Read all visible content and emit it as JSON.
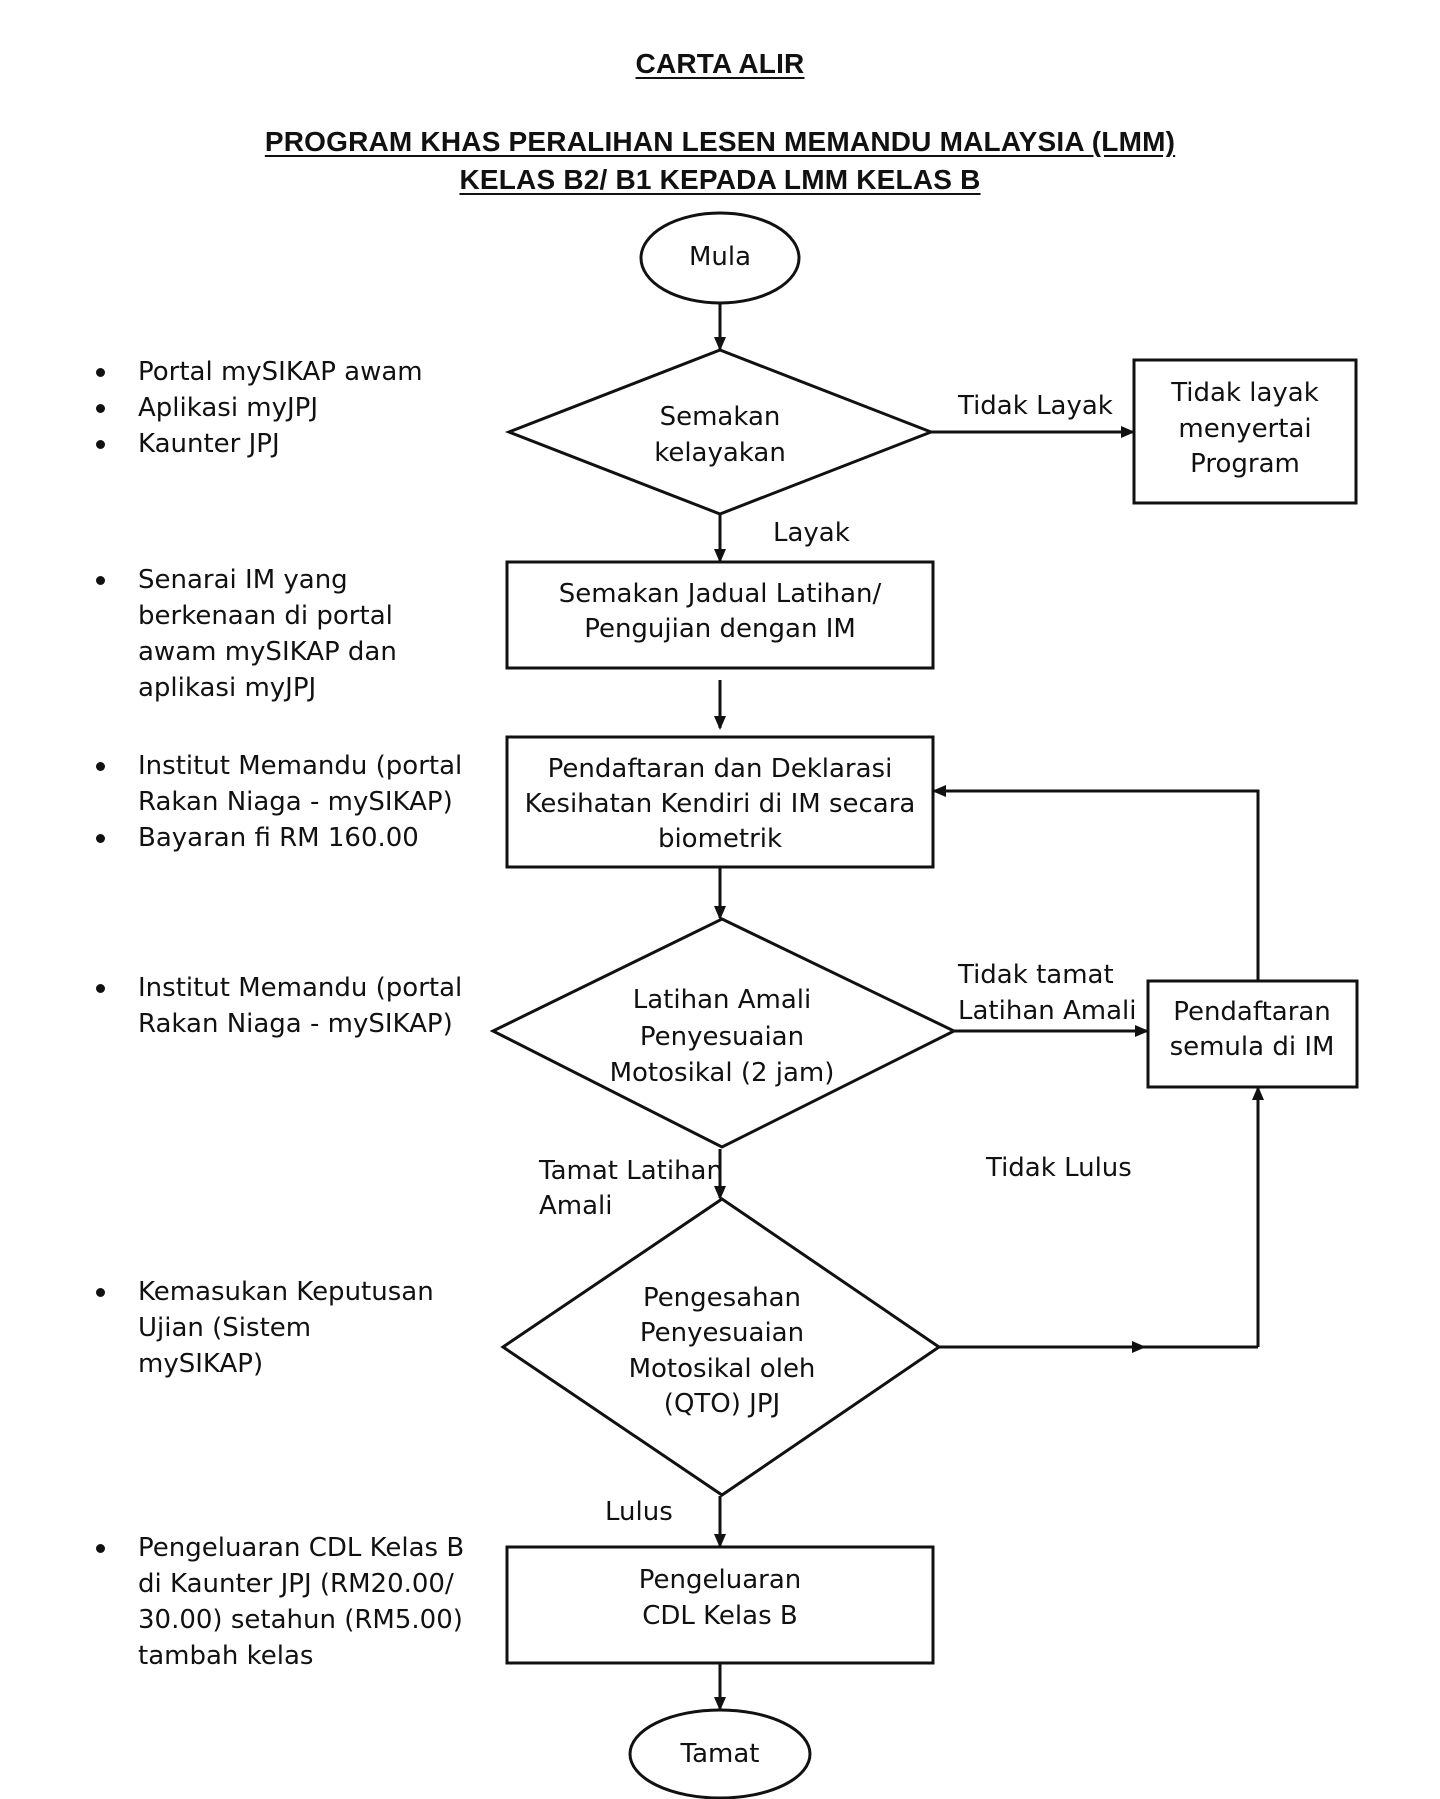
{
  "header": {
    "title": "CARTA ALIR",
    "subtitle_line1": "PROGRAM KHAS PERALIHAN LESEN MEMANDU MALAYSIA (LMM)",
    "subtitle_line2": "KELAS B2/ B1 KEPADA LMM KELAS B"
  },
  "side_notes": [
    {
      "items": [
        "Portal mySIKAP awam",
        "Aplikasi myJPJ",
        "Kaunter JPJ"
      ]
    },
    {
      "items": [
        "Senarai IM yang berkenaan di portal awam mySIKAP dan aplikasi myJPJ"
      ]
    },
    {
      "items": [
        "Institut Memandu (portal Rakan Niaga - mySIKAP)",
        "Bayaran fi RM 160.00"
      ]
    },
    {
      "items": [
        "Institut Memandu (portal Rakan Niaga - mySIKAP)"
      ]
    },
    {
      "items": [
        "Kemasukan Keputusan Ujian (Sistem mySIKAP)"
      ]
    },
    {
      "items": [
        "Pengeluaran CDL Kelas B di Kaunter JPJ (RM20.00/ 30.00) setahun (RM5.00) tambah kelas"
      ]
    }
  ],
  "flow": {
    "start": "Mula",
    "eligibility_check": [
      "Semakan",
      "kelayakan"
    ],
    "not_eligible_label": "Tidak Layak",
    "not_eligible_box": [
      "Tidak layak",
      "menyertai",
      "Program"
    ],
    "eligible_label": "Layak",
    "schedule_check": [
      "Semakan Jadual Latihan/",
      "Pengujian dengan IM"
    ],
    "registration": [
      "Pendaftaran dan Deklarasi",
      "Kesihatan Kendiri di IM secara",
      "biometrik"
    ],
    "practical_training": [
      "Latihan Amali",
      "Penyesuaian",
      "Motosikal (2 jam)"
    ],
    "not_completed_label": [
      "Tidak tamat",
      "Latihan Amali"
    ],
    "reregistration": [
      "Pendaftaran",
      "semula di IM"
    ],
    "completed_label": [
      "Tamat Latihan",
      "Amali"
    ],
    "failed_label": "Tidak Lulus",
    "verification": [
      "Pengesahan",
      "Penyesuaian",
      "Motosikal oleh",
      "(QTO) JPJ"
    ],
    "passed_label": "Lulus",
    "issuance": [
      "Pengeluaran",
      "CDL Kelas B"
    ],
    "end": "Tamat"
  }
}
